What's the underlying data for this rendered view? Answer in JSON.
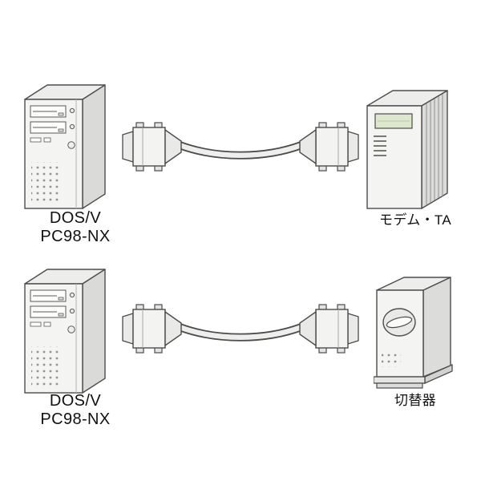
{
  "diagram": {
    "colors": {
      "background": "#ffffff",
      "outline": "#4c4c4c",
      "fill_light": "#f4f4f2",
      "fill_mid": "#e9e9e7",
      "fill_dark": "#dcdcda",
      "lcd_green": "#dde7cd",
      "text": "#111111"
    },
    "rows": [
      {
        "left_device": "pc-tower-illustration",
        "cable": "serial-cable-illustration",
        "right_device": "modem-ta-illustration",
        "left_label_line1": "DOS/V",
        "left_label_line2": "PC98-NX",
        "right_label": "モデム・TA"
      },
      {
        "left_device": "pc-tower-illustration",
        "cable": "serial-cable-illustration",
        "right_device": "switch-illustration",
        "left_label_line1": "DOS/V",
        "left_label_line2": "PC98-NX",
        "right_label": "切替器"
      }
    ]
  }
}
